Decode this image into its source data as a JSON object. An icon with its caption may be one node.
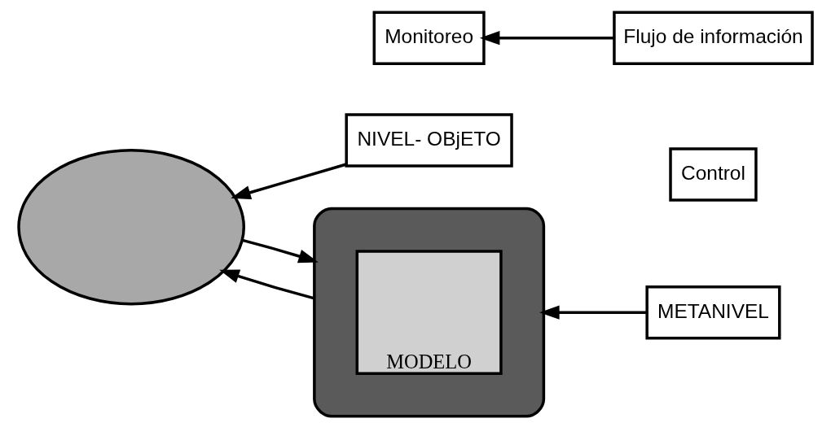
{
  "diagram": {
    "nodes": [
      {
        "text": [],
        "shape": "ellipse"
      },
      {
        "text": [
          "MODELO"
        ],
        "in": 0
      },
      {
        "text": [],
        "shape": "ellipse"
      },
      {
        "text": [
          "Control"
        ]
      },
      {
        "text": [
          "Monitoreo"
        ]
      },
      {
        "text": [
          "METANIVEL"
        ]
      },
      {
        "text": [
          "Flujo de información"
        ]
      },
      {
        "text": [
          "NIVEL- OBjETO"
        ]
      }
    ],
    "edges": [
      {
        "from": 0,
        "to": 2,
        "arrow": "to"
      },
      {
        "from": 2,
        "to": 0,
        "arrow": "to"
      },
      {
        "from": 5,
        "to": 0,
        "arrow": "to"
      },
      {
        "from": 6,
        "to": 4,
        "arrow": "to"
      },
      {
        "from": 7,
        "to": 2,
        "arrow": "to"
      }
    ]
  }
}
